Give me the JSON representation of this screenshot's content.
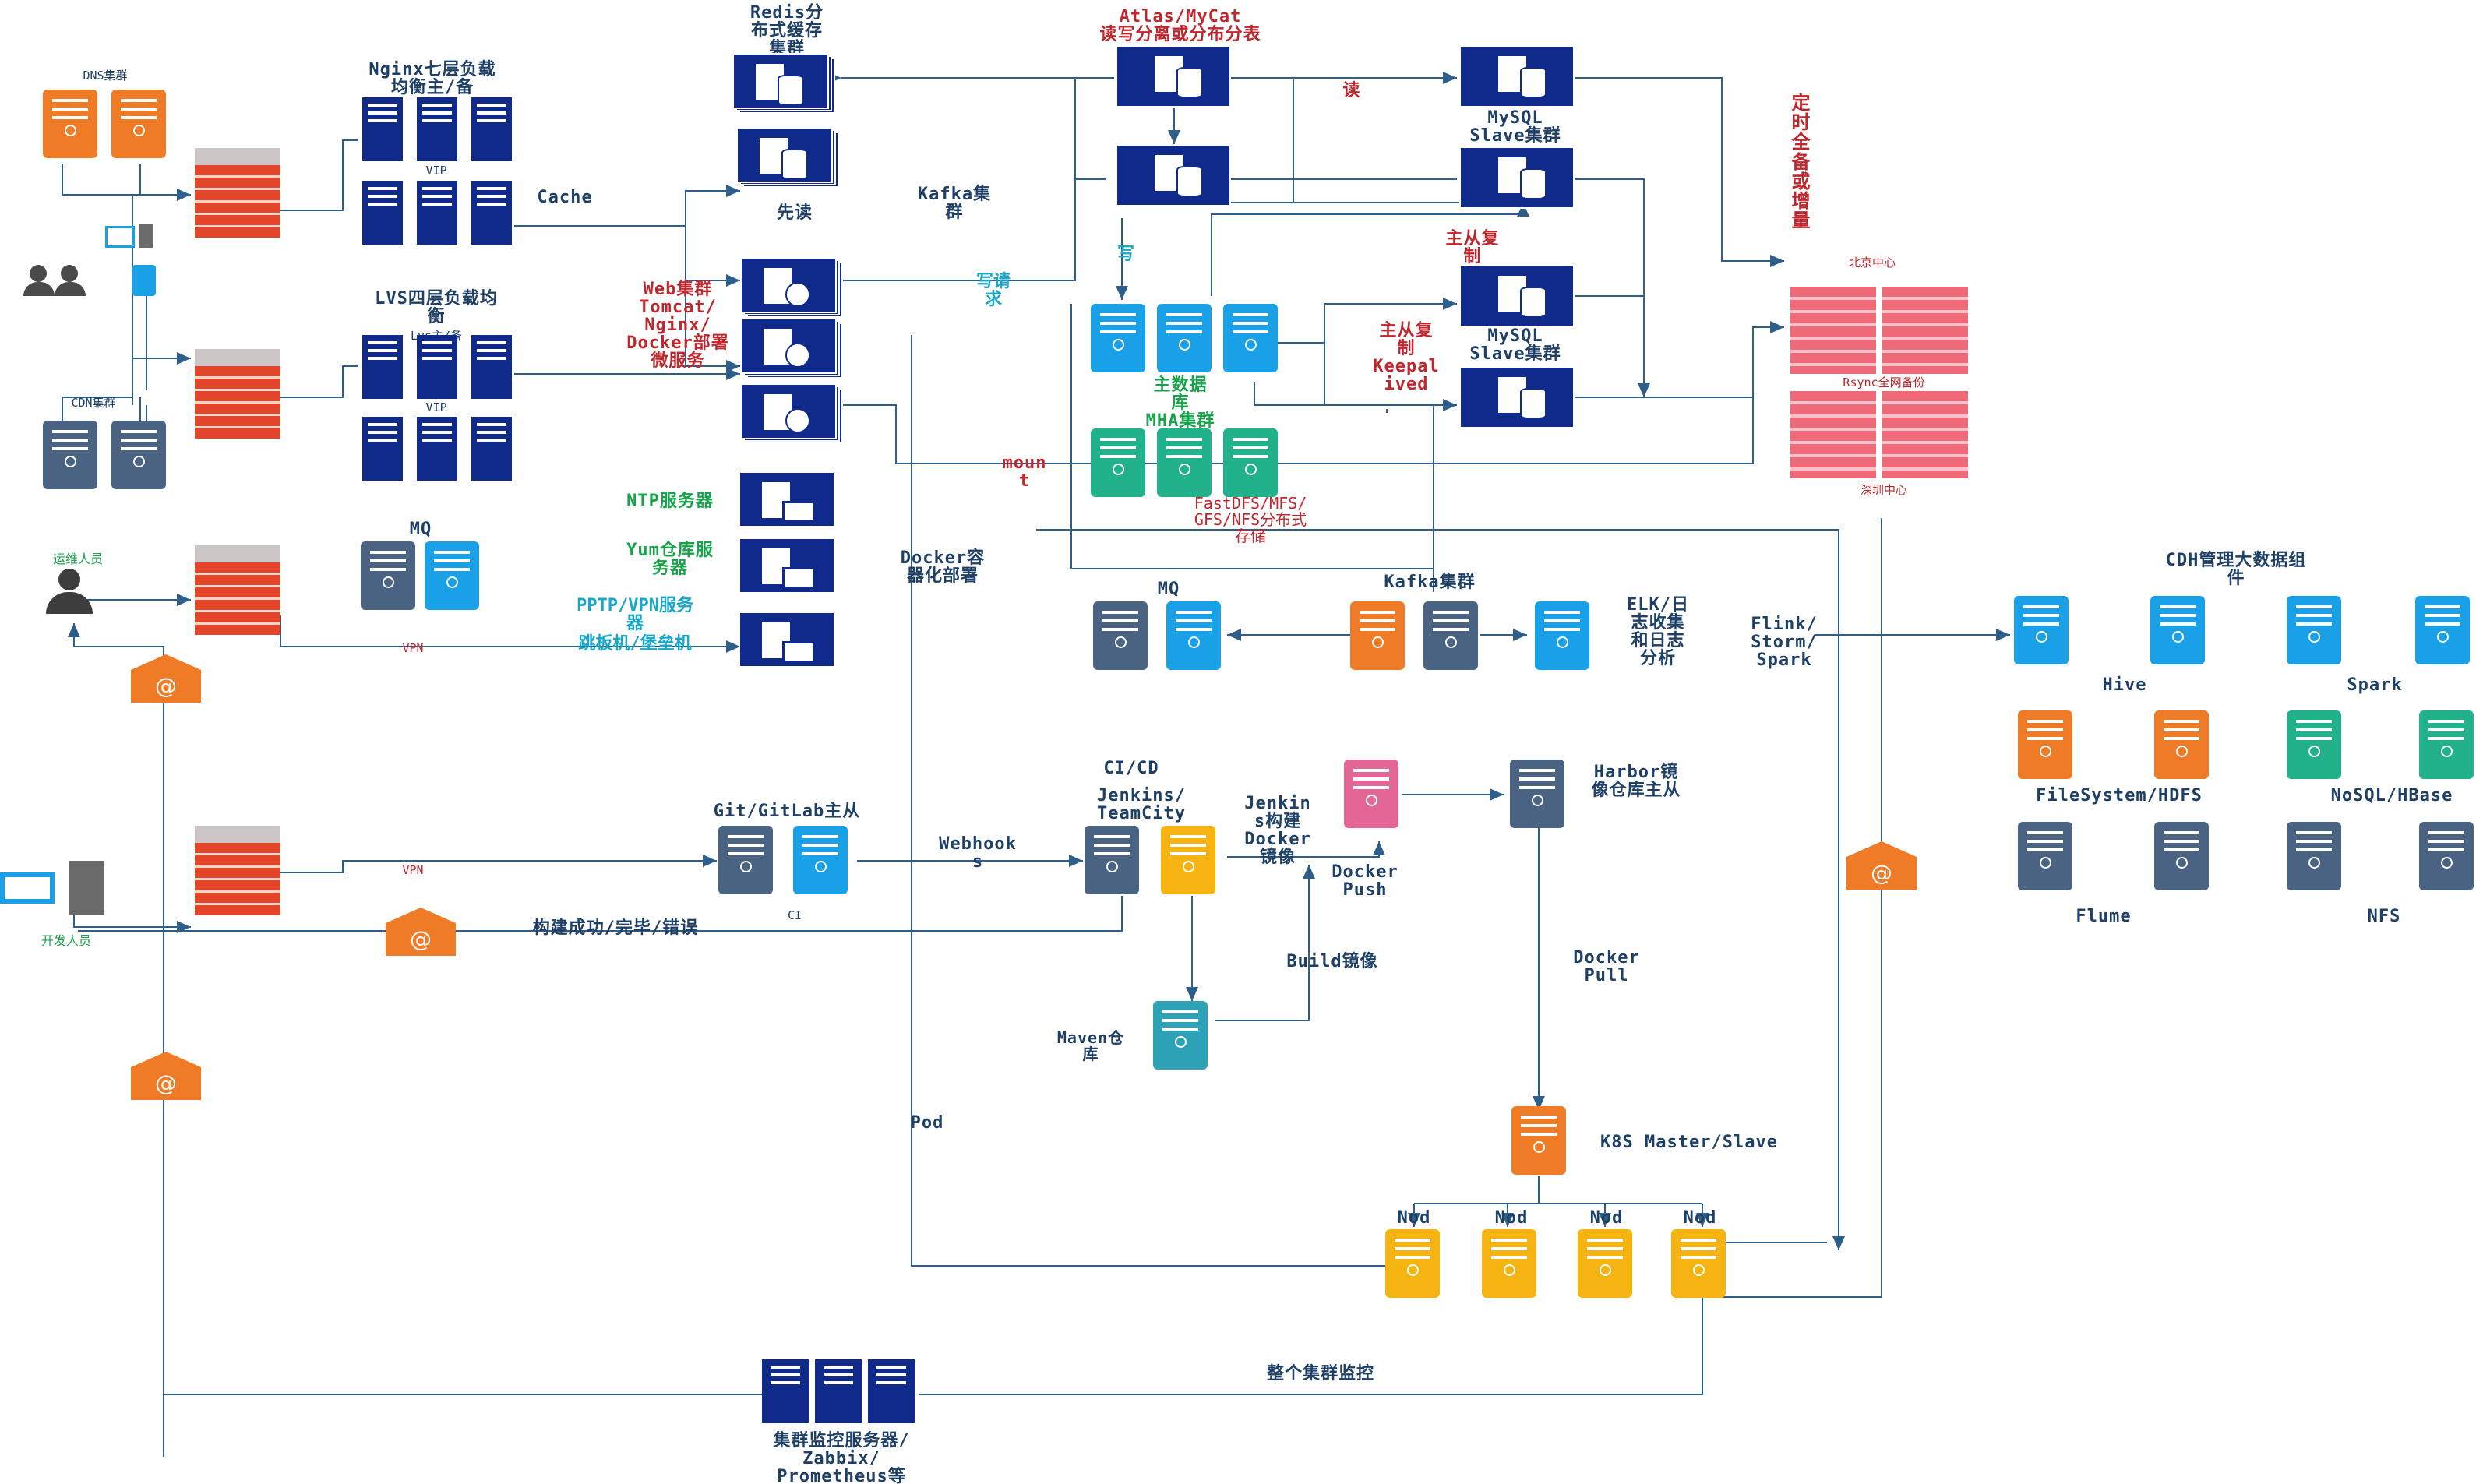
{
  "colors": {
    "navy": "#0f2a8a",
    "blue": "#1aa0e6",
    "slate": "#4a6382",
    "orange": "#ef7b27",
    "green": "#21b28c",
    "yellow": "#f5b412",
    "teal": "#2ea3b8",
    "pink": "#e26796",
    "wire": "#2e5f8a",
    "red_text": "#c0272d"
  },
  "left": {
    "dns_label": "DNS集群",
    "cdn_label": "CDN集群",
    "ops_label": "运维人员",
    "dev_label": "开发人员",
    "vpn_top": "VPN",
    "vpn_bottom": "VPN",
    "at_symbol": "@"
  },
  "lb": {
    "nginx_title": "Nginx七层负载\n均衡主/备",
    "nginx_vip": "VIP",
    "lvs_title": "LVS四层负载均\n衡",
    "lvs_sub": "Lvs主/备",
    "lvs_vip": "VIP",
    "cache": "Cache",
    "mq": "MQ"
  },
  "web": {
    "redis": "Redis分\n布式缓存\n集群",
    "first_read": "先读",
    "web_cluster": "Web集群\nTomcat/\nNginx/\nDocker部署\n微服务",
    "ntp": "NTP服务器",
    "yum": "Yum仓库服\n务器",
    "pptp": "PPTP/VPN服务\n器",
    "jump": "跳板机/堡垒机",
    "kafka_top": "Kafka集\n群",
    "write_req": "写请\n求",
    "docker_deploy": "Docker容\n器化部署",
    "pod": "Pod"
  },
  "db": {
    "atlas": "Atlas/MyCat\n读写分离或分布分表",
    "read": "读",
    "write": "写",
    "mysql_slave_1": "MySQL\nSlave集群",
    "mysql_slave_2": "MySQL\nSlave集群",
    "master_repl_1": "主从复\n制",
    "master_repl_2": "主从复\n制\nKeepal\nived",
    "main_db": "主数据\n库\nMHA集群",
    "mount": "moun\nt",
    "fastdfs": "FastDFS/MFS/\nGFS/NFS分布式\n存储",
    "backup": "定\n时\n全\n备\n或\n增\n量",
    "bj_center": "北京中心",
    "rsync": "Rsync全网备份",
    "sz_center": "深圳中心"
  },
  "logs": {
    "mq": "MQ",
    "kafka": "Kafka集群",
    "elk": "ELK/日\n志收集\n和日志\n分析",
    "flink": "Flink/\nStorm/\nSpark"
  },
  "cdh": {
    "title": "CDH管理大数据组\n件",
    "hive": "Hive",
    "spark": "Spark",
    "fs_hdfs": "FileSystem/HDFS",
    "nosql": "NoSQL/HBase",
    "flume": "Flume",
    "nfs": "NFS"
  },
  "cicd": {
    "git": "Git/GitLab主从",
    "ci": "CI",
    "webhooks": "Webhook\ns",
    "cicd": "CI/CD",
    "jenkins": "Jenkins/\nTeamCity",
    "jenkins_build": "Jenkin\ns构建\nDocker\n镜像",
    "docker_push": "Docker\nPush",
    "build_image": "Build镜像",
    "maven": "Maven仓\n库",
    "harbor": "Harbor镜\n像仓库主从",
    "docker_pull": "Docker\nPull",
    "build_status": "构建成功/完毕/错误"
  },
  "k8s": {
    "master": "K8S Master/Slave",
    "node": "Nod\ne"
  },
  "monitor": {
    "cluster_monitor": "整个集群监控",
    "servers": "集群监控服务器/\nZabbix/\nPrometheus等"
  }
}
